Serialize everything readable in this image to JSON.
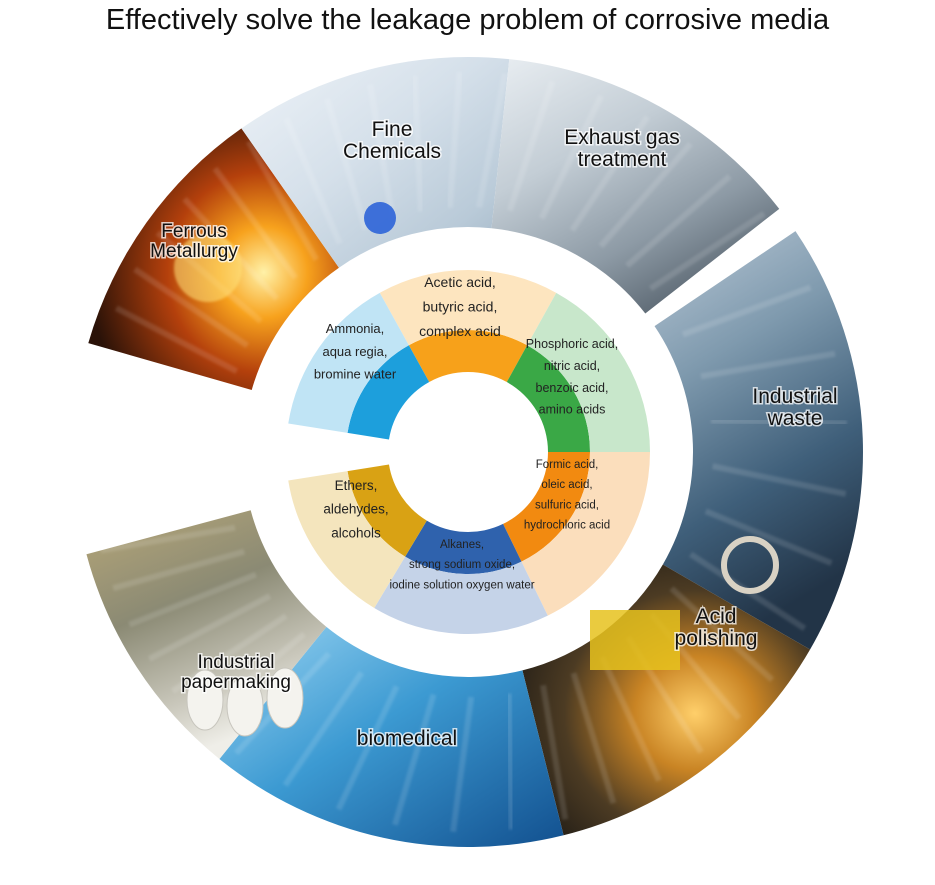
{
  "title": "Effectively solve the leakage problem of corrosive media",
  "colors": {
    "ring_gap": "#ffffff",
    "orange": "#f7a11a",
    "green": "#3aa846",
    "amber": "#f28a10",
    "blue": "#2f62ad",
    "gold": "#d9a214",
    "cyan": "#1d9fdc"
  },
  "industries": [
    {
      "id": "ferrous",
      "lines": [
        "Ferrous",
        "Metallurgy"
      ],
      "icon": "molten-steel-image"
    },
    {
      "id": "fine-chem",
      "lines": [
        "Fine",
        "Chemicals"
      ],
      "icon": "laboratory-image"
    },
    {
      "id": "exhaust",
      "lines": [
        "Exhaust gas",
        "treatment"
      ],
      "icon": "treatment-plant-image"
    },
    {
      "id": "waste",
      "lines": [
        "Industrial",
        "waste"
      ],
      "icon": "water-tank-image"
    },
    {
      "id": "polishing",
      "lines": [
        "Acid",
        "polishing"
      ],
      "icon": "grinding-sparks-image"
    },
    {
      "id": "biomedical",
      "lines": [
        "biomedical"
      ],
      "icon": "dna-lab-image"
    },
    {
      "id": "paper",
      "lines": [
        "Industrial",
        "papermaking"
      ],
      "icon": "paper-mill-image"
    }
  ],
  "media": [
    {
      "id": "acetic",
      "lines": [
        "Acetic acid,",
        "butyric acid,",
        "complex acid"
      ]
    },
    {
      "id": "phosphoric",
      "lines": [
        "Phosphoric acid,",
        "nitric acid,",
        "benzoic acid,",
        "amino acids"
      ]
    },
    {
      "id": "formic",
      "lines": [
        "Formic acid,",
        "oleic acid,",
        "sulfuric acid,",
        "hydrochloric acid"
      ]
    },
    {
      "id": "alkanes",
      "lines": [
        "Alkanes,",
        "strong sodium oxide,",
        "iodine solution oxygen water"
      ]
    },
    {
      "id": "ethers",
      "lines": [
        "Ethers,",
        "aldehydes,",
        "alcohols"
      ]
    },
    {
      "id": "ammonia",
      "lines": [
        "Ammonia,",
        "aqua regia,",
        "bromine water"
      ]
    }
  ]
}
